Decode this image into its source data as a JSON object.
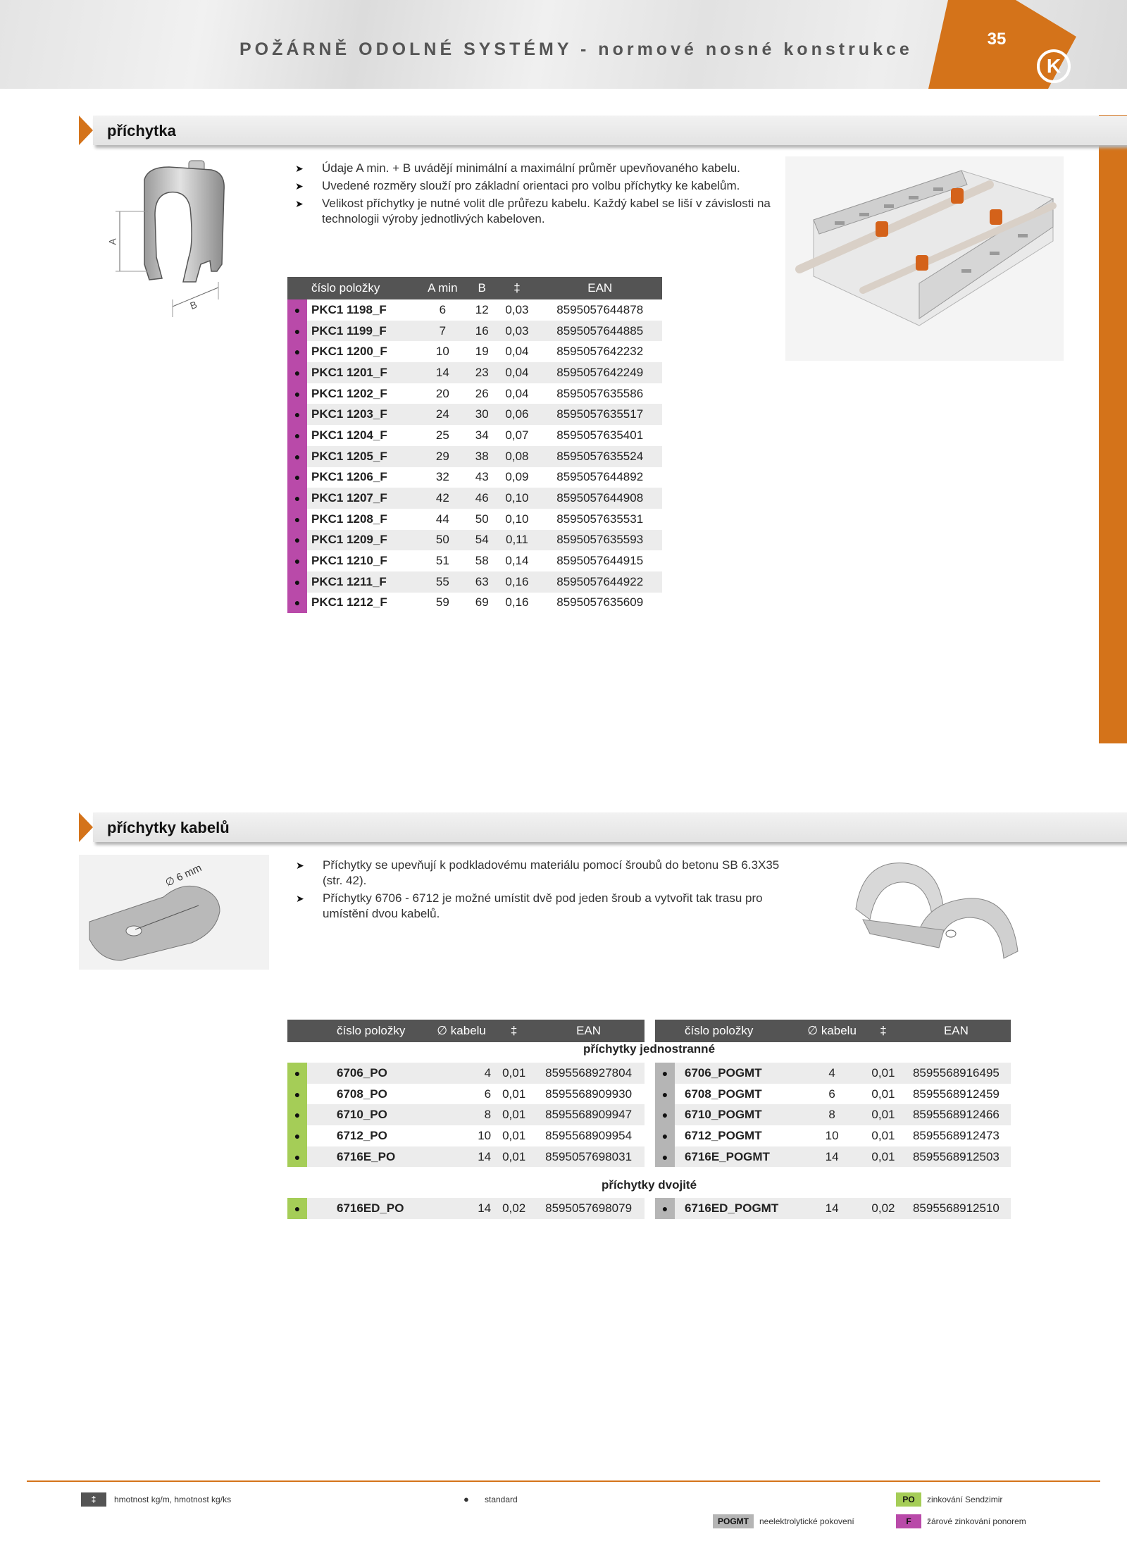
{
  "header": {
    "title": "POŽÁRNĚ ODOLNÉ SYSTÉMY - normové nosné konstrukce",
    "page_number": "35",
    "logo_letter": "K"
  },
  "section1": {
    "title": "příchytka",
    "dim_a": "A",
    "dim_b": "B",
    "bullets": [
      "Údaje A min. + B uvádějí minimální a maximální průměr upevňovaného kabelu.",
      "Uvedené rozměry slouží pro základní orientaci pro volbu příchytky ke kabelům.",
      "Velikost příchytky je nutné volit dle průřezu kabelu. Každý kabel se liší v závislosti na technologii výroby jednotlivých kabeloven."
    ],
    "table": {
      "headers": [
        "číslo položky",
        "A min",
        "B",
        "‡",
        "EAN"
      ],
      "rows": [
        [
          "PKC1 1198_F",
          "6",
          "12",
          "0,03",
          "8595057644878"
        ],
        [
          "PKC1 1199_F",
          "7",
          "16",
          "0,03",
          "8595057644885"
        ],
        [
          "PKC1 1200_F",
          "10",
          "19",
          "0,04",
          "8595057642232"
        ],
        [
          "PKC1 1201_F",
          "14",
          "23",
          "0,04",
          "8595057642249"
        ],
        [
          "PKC1 1202_F",
          "20",
          "26",
          "0,04",
          "8595057635586"
        ],
        [
          "PKC1 1203_F",
          "24",
          "30",
          "0,06",
          "8595057635517"
        ],
        [
          "PKC1 1204_F",
          "25",
          "34",
          "0,07",
          "8595057635401"
        ],
        [
          "PKC1 1205_F",
          "29",
          "38",
          "0,08",
          "8595057635524"
        ],
        [
          "PKC1 1206_F",
          "32",
          "43",
          "0,09",
          "8595057644892"
        ],
        [
          "PKC1 1207_F",
          "42",
          "46",
          "0,10",
          "8595057644908"
        ],
        [
          "PKC1 1208_F",
          "44",
          "50",
          "0,10",
          "8595057635531"
        ],
        [
          "PKC1 1209_F",
          "50",
          "54",
          "0,11",
          "8595057635593"
        ],
        [
          "PKC1 1210_F",
          "51",
          "58",
          "0,14",
          "8595057644915"
        ],
        [
          "PKC1 1211_F",
          "55",
          "63",
          "0,16",
          "8595057644922"
        ],
        [
          "PKC1 1212_F",
          "59",
          "69",
          "0,16",
          "8595057635609"
        ]
      ]
    }
  },
  "section2": {
    "title": "příchytky kabelů",
    "hole_label": "∅ 6 mm",
    "bullets": [
      "Příchytky se upevňují k podkladovému materiálu pomocí šroubů do betonu SB 6.3X35 (str. 42).",
      "Příchytky 6706 - 6712 je možné umístit dvě pod jeden šroub a vytvořit tak trasu pro umístění dvou kabelů."
    ],
    "headers": [
      "číslo položky",
      "∅ kabelu",
      "‡",
      "EAN"
    ],
    "group1_title": "příchytky jednostranné",
    "group2_title": "příchytky dvojité",
    "left_rows": [
      [
        "6706_PO",
        "4",
        "0,01",
        "8595568927804"
      ],
      [
        "6708_PO",
        "6",
        "0,01",
        "8595568909930"
      ],
      [
        "6710_PO",
        "8",
        "0,01",
        "8595568909947"
      ],
      [
        "6712_PO",
        "10",
        "0,01",
        "8595568909954"
      ],
      [
        "6716E_PO",
        "14",
        "0,01",
        "8595057698031"
      ]
    ],
    "left_double": [
      [
        "6716ED_PO",
        "14",
        "0,02",
        "8595057698079"
      ]
    ],
    "right_rows": [
      [
        "6706_POGMT",
        "4",
        "0,01",
        "8595568916495"
      ],
      [
        "6708_POGMT",
        "6",
        "0,01",
        "8595568912459"
      ],
      [
        "6710_POGMT",
        "8",
        "0,01",
        "8595568912466"
      ],
      [
        "6712_POGMT",
        "10",
        "0,01",
        "8595568912473"
      ],
      [
        "6716E_POGMT",
        "14",
        "0,01",
        "8595568912503"
      ]
    ],
    "right_double": [
      [
        "6716ED_POGMT",
        "14",
        "0,02",
        "8595568912510"
      ]
    ]
  },
  "legend": {
    "weight_symbol": "‡",
    "weight_text": "hmotnost kg/m, hmotnost kg/ks",
    "standard_symbol": "●",
    "standard_text": "standard",
    "po_code": "PO",
    "po_text": "zinkování Sendzimir",
    "pogmt_code": "POGMT",
    "pogmt_text": "neelektrolytické pokovení",
    "f_code": "F",
    "f_text": "žárové zinkování ponorem"
  },
  "colors": {
    "accent_orange": "#d4731a",
    "marker_F": "#b94aa9",
    "marker_PO": "#a5cd57",
    "marker_POGMT": "#b5b5b5",
    "table_header": "#545454"
  }
}
